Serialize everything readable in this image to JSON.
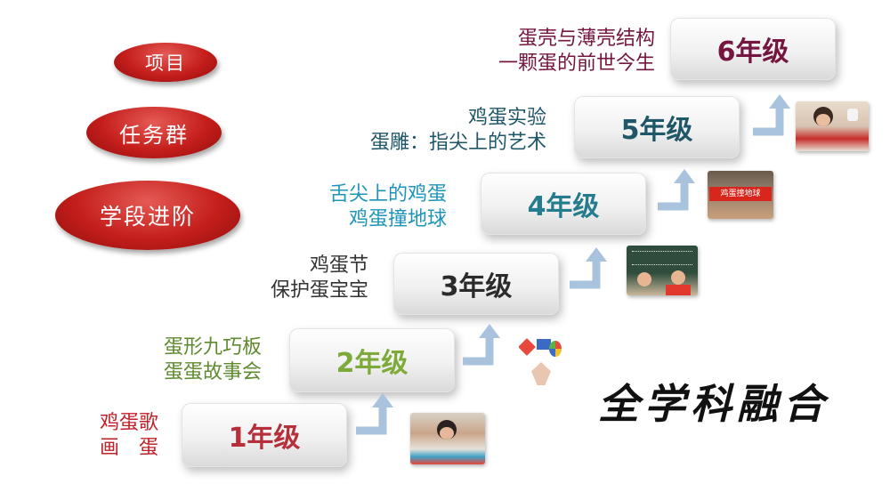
{
  "legend": {
    "project": "项目",
    "task_group": "任务群",
    "stage": "学段进阶"
  },
  "grades": [
    {
      "label": "1年级",
      "color": "#b5303a",
      "line1": "鸡蛋歌",
      "line2": "画　蛋"
    },
    {
      "label": "2年级",
      "color": "#7eaa3b",
      "line1": "蛋形九巧板",
      "line2": "蛋蛋故事会"
    },
    {
      "label": "3年级",
      "color": "#2b2b2b",
      "line1": "鸡蛋节",
      "line2": "保护蛋宝宝"
    },
    {
      "label": "4年级",
      "color": "#257c8f",
      "line1": "舌尖上的鸡蛋",
      "line2": "鸡蛋撞地球"
    },
    {
      "label": "5年级",
      "color": "#1f5668",
      "line1": "鸡蛋实验",
      "line2": "蛋雕：指尖上的艺术"
    },
    {
      "label": "6年级",
      "color": "#74163f",
      "line1": "蛋壳与薄壳结构",
      "line2": "一颗蛋的前世今生"
    }
  ],
  "text_colors": [
    "#c0222a",
    "#5f8a2f",
    "#333333",
    "#1e94b9",
    "#1f5668",
    "#74163f"
  ],
  "banner_text": "鸡蛋撞地球",
  "title": "全学科融合"
}
